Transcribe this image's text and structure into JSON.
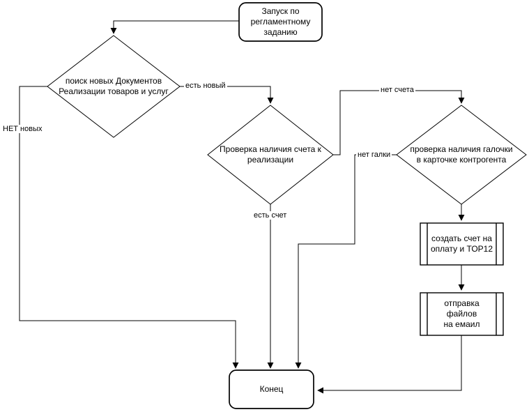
{
  "colors": {
    "stroke": "#000000",
    "fill": "#ffffff",
    "text": "#000000"
  },
  "flowchart": {
    "nodes": [
      {
        "id": "start",
        "type": "terminator",
        "label": "Запуск по\nрегламентному\nзаданию"
      },
      {
        "id": "search-new-docs",
        "type": "decision",
        "label": "поиск новых Документов\nРеализации товаров и услуг"
      },
      {
        "id": "check-invoice",
        "type": "decision",
        "label": "Проверка наличия счета к\nреализации"
      },
      {
        "id": "check-checkbox",
        "type": "decision",
        "label": "проверка наличия галочки\nв карточке контрогента"
      },
      {
        "id": "create-invoice",
        "type": "predefined-process",
        "label": "создать счет на\nоплату и ТОР12"
      },
      {
        "id": "send-files",
        "type": "predefined-process",
        "label": "отправка\nфайлов\nна емаил"
      },
      {
        "id": "end",
        "type": "terminator",
        "label": "Конец"
      }
    ],
    "edge_labels": {
      "yes_new": "есть новый",
      "no_new": "НЕТ новых",
      "no_invoice": "нет счета",
      "yes_invoice": "есть счет",
      "no_check": "нет галки"
    }
  }
}
